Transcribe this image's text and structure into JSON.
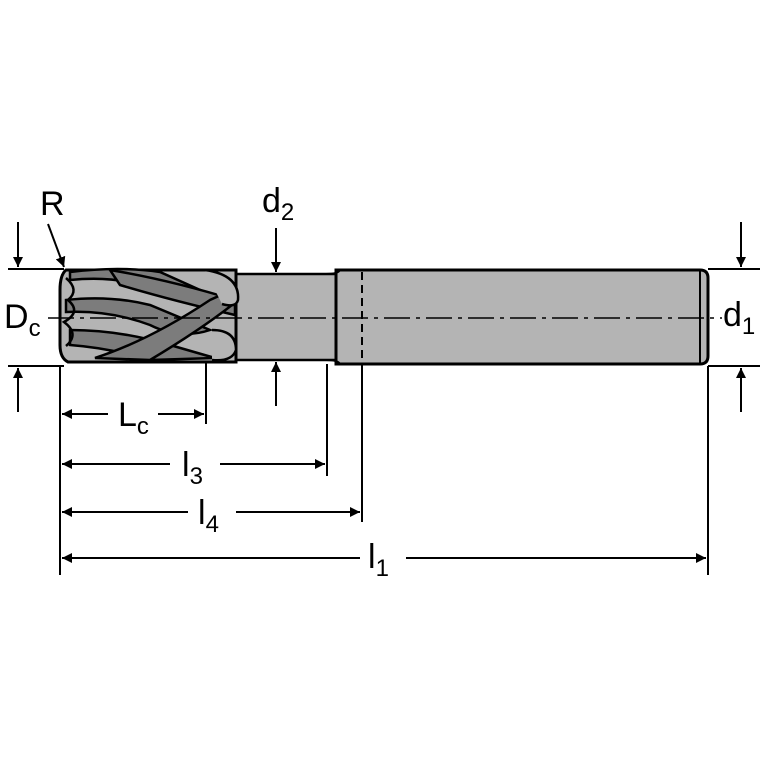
{
  "labels": {
    "R": {
      "main": "R"
    },
    "d2": {
      "main": "d",
      "sub": "2"
    },
    "Dc": {
      "main": "D",
      "sub": "c"
    },
    "d1": {
      "main": "d",
      "sub": "1"
    },
    "Lc": {
      "main": "L",
      "sub": "c"
    },
    "l3": {
      "main": "l",
      "sub": "3"
    },
    "l4": {
      "main": "l",
      "sub": "4"
    },
    "l1": {
      "main": "l",
      "sub": "1"
    }
  },
  "colors": {
    "line": "#000000",
    "body_fill": "#b4b4b4",
    "flute_dark": "#7c7c7c",
    "background": "#ffffff"
  }
}
